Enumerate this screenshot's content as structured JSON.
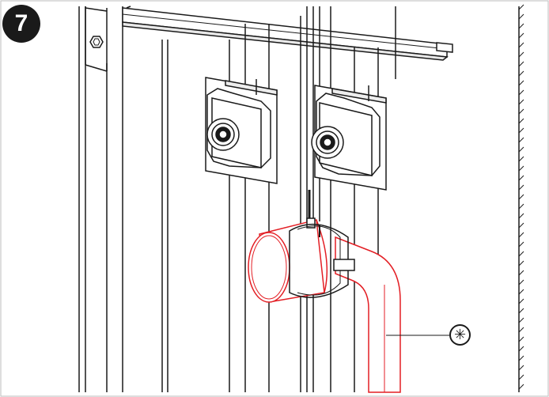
{
  "step": {
    "number": "7"
  },
  "callout": {
    "symbol": "✳"
  },
  "colors": {
    "line": "#1a1a1a",
    "highlight": "#e31e24",
    "background": "#ffffff",
    "frame": "#bdbdbd"
  },
  "parts": {
    "highlighted_part": "elbow-pipe",
    "fixed_parts": [
      "mounting-rail",
      "left-valve-bracket",
      "right-valve-bracket",
      "pipe-clamp",
      "vertical-pipes",
      "hex-bolt",
      "wall"
    ]
  }
}
